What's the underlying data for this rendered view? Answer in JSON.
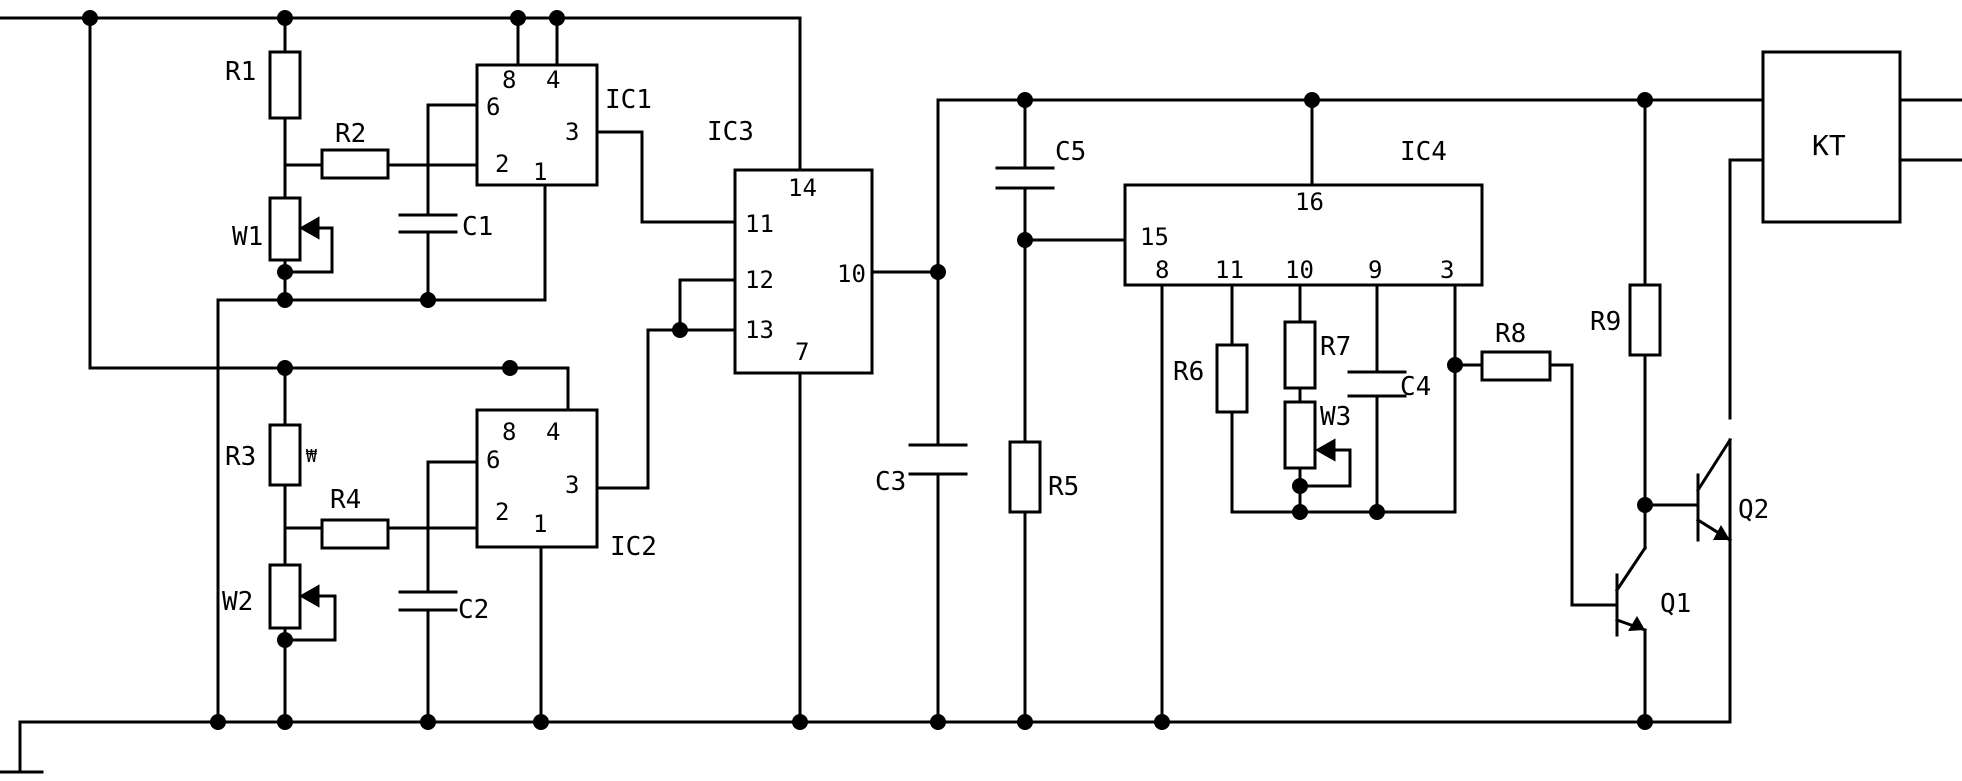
{
  "components": {
    "R1": "R1",
    "R2": "R2",
    "R3": "R3",
    "R4": "R4",
    "R5": "R5",
    "R6": "R6",
    "R7": "R7",
    "R8": "R8",
    "R9": "R9",
    "C1": "C1",
    "C2": "C2",
    "C3": "C3",
    "C4": "C4",
    "C5": "C5",
    "W1": "W1",
    "W2": "W2",
    "W3": "W3",
    "Q1": "Q1",
    "Q2": "Q2",
    "KT": "KT",
    "R3_mark": "₩"
  },
  "ics": {
    "IC1": {
      "name": "IC1",
      "pins": {
        "p8": "8",
        "p4": "4",
        "p6": "6",
        "p3": "3",
        "p2": "2",
        "p1": "1"
      }
    },
    "IC2": {
      "name": "IC2",
      "pins": {
        "p8": "8",
        "p4": "4",
        "p6": "6",
        "p3": "3",
        "p2": "2",
        "p1": "1"
      }
    },
    "IC3": {
      "name": "IC3",
      "pins": {
        "p14": "14",
        "p11": "11",
        "p12": "12",
        "p13": "13",
        "p10": "10",
        "p7": "7"
      }
    },
    "IC4": {
      "name": "IC4",
      "pins": {
        "p16": "16",
        "p15": "15",
        "p8": "8",
        "p11": "11",
        "p10": "10",
        "p9": "9",
        "p3": "3"
      }
    }
  }
}
